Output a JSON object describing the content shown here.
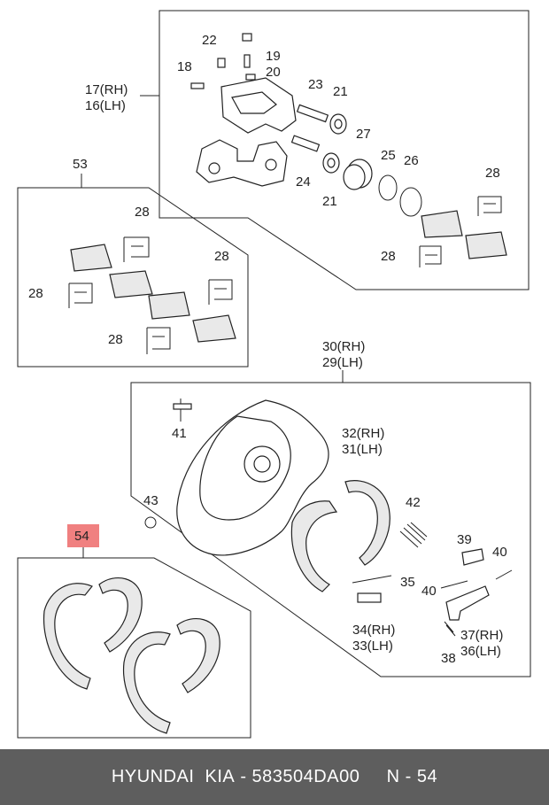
{
  "labels": {
    "l17": "17(RH)",
    "l16": "16(LH)",
    "l22": "22",
    "l19": "19",
    "l18": "18",
    "l20": "20",
    "l23": "23",
    "l21a": "21",
    "l27": "27",
    "l25": "25",
    "l26": "26",
    "l24": "24",
    "l21b": "21",
    "l28a": "28",
    "l28b": "28",
    "l53": "53",
    "l28c": "28",
    "l28d": "28",
    "l28e": "28",
    "l28f": "28",
    "l30": "30(RH)",
    "l29": "29(LH)",
    "l41": "41",
    "l32": "32(RH)",
    "l31": "31(LH)",
    "l43": "43",
    "l42": "42",
    "l54": "54",
    "l39": "39",
    "l40a": "40",
    "l40b": "40",
    "l35": "35",
    "l34": "34(RH)",
    "l33": "33(LH)",
    "l37": "37(RH)",
    "l36": "36(LH)",
    "l38": "38"
  },
  "highlight_color": "#f08080",
  "footer": {
    "brand": "HYUNDAI  KIA",
    "sep1": " - ",
    "part_number": "583504DA00",
    "gap": "     ",
    "ref": "N - 54"
  }
}
